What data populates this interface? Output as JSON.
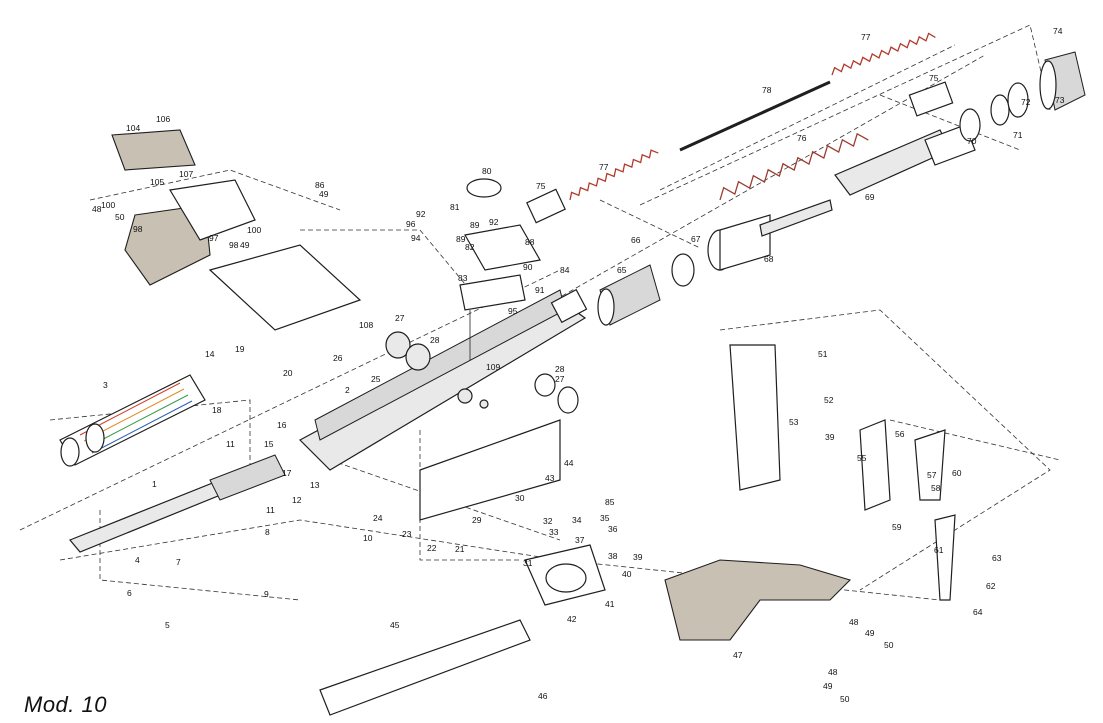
{
  "title": "Mod. 10",
  "colors": {
    "ink": "#1f1f1f",
    "paper": "#ffffff",
    "spring_tint": "#b23a2a",
    "rainbow": [
      "#d23b2a",
      "#e28a23",
      "#3a9a4a",
      "#2d5fb3"
    ]
  },
  "part_numbers": [
    "1",
    "2",
    "3",
    "4",
    "5",
    "6",
    "7",
    "8",
    "9",
    "10",
    "11",
    "11",
    "12",
    "13",
    "14",
    "15",
    "16",
    "17",
    "18",
    "19",
    "20",
    "21",
    "22",
    "23",
    "24",
    "25",
    "26",
    "27",
    "27",
    "28",
    "28",
    "29",
    "30",
    "31",
    "32",
    "33",
    "34",
    "35",
    "36",
    "37",
    "38",
    "39",
    "39",
    "40",
    "41",
    "42",
    "43",
    "44",
    "45",
    "46",
    "47",
    "48",
    "48",
    "48",
    "49",
    "49",
    "49",
    "49",
    "50",
    "50",
    "50",
    "51",
    "52",
    "53",
    "55",
    "56",
    "57",
    "58",
    "59",
    "60",
    "61",
    "62",
    "63",
    "64",
    "65",
    "66",
    "67",
    "68",
    "69",
    "70",
    "71",
    "72",
    "73",
    "74",
    "75",
    "75",
    "76",
    "77",
    "77",
    "78",
    "80",
    "81",
    "82",
    "83",
    "84",
    "85",
    "86",
    "88",
    "89",
    "89",
    "90",
    "91",
    "92",
    "92",
    "94",
    "95",
    "96",
    "97",
    "98",
    "98",
    "100",
    "100",
    "104",
    "105",
    "106",
    "107",
    "108",
    "109"
  ]
}
